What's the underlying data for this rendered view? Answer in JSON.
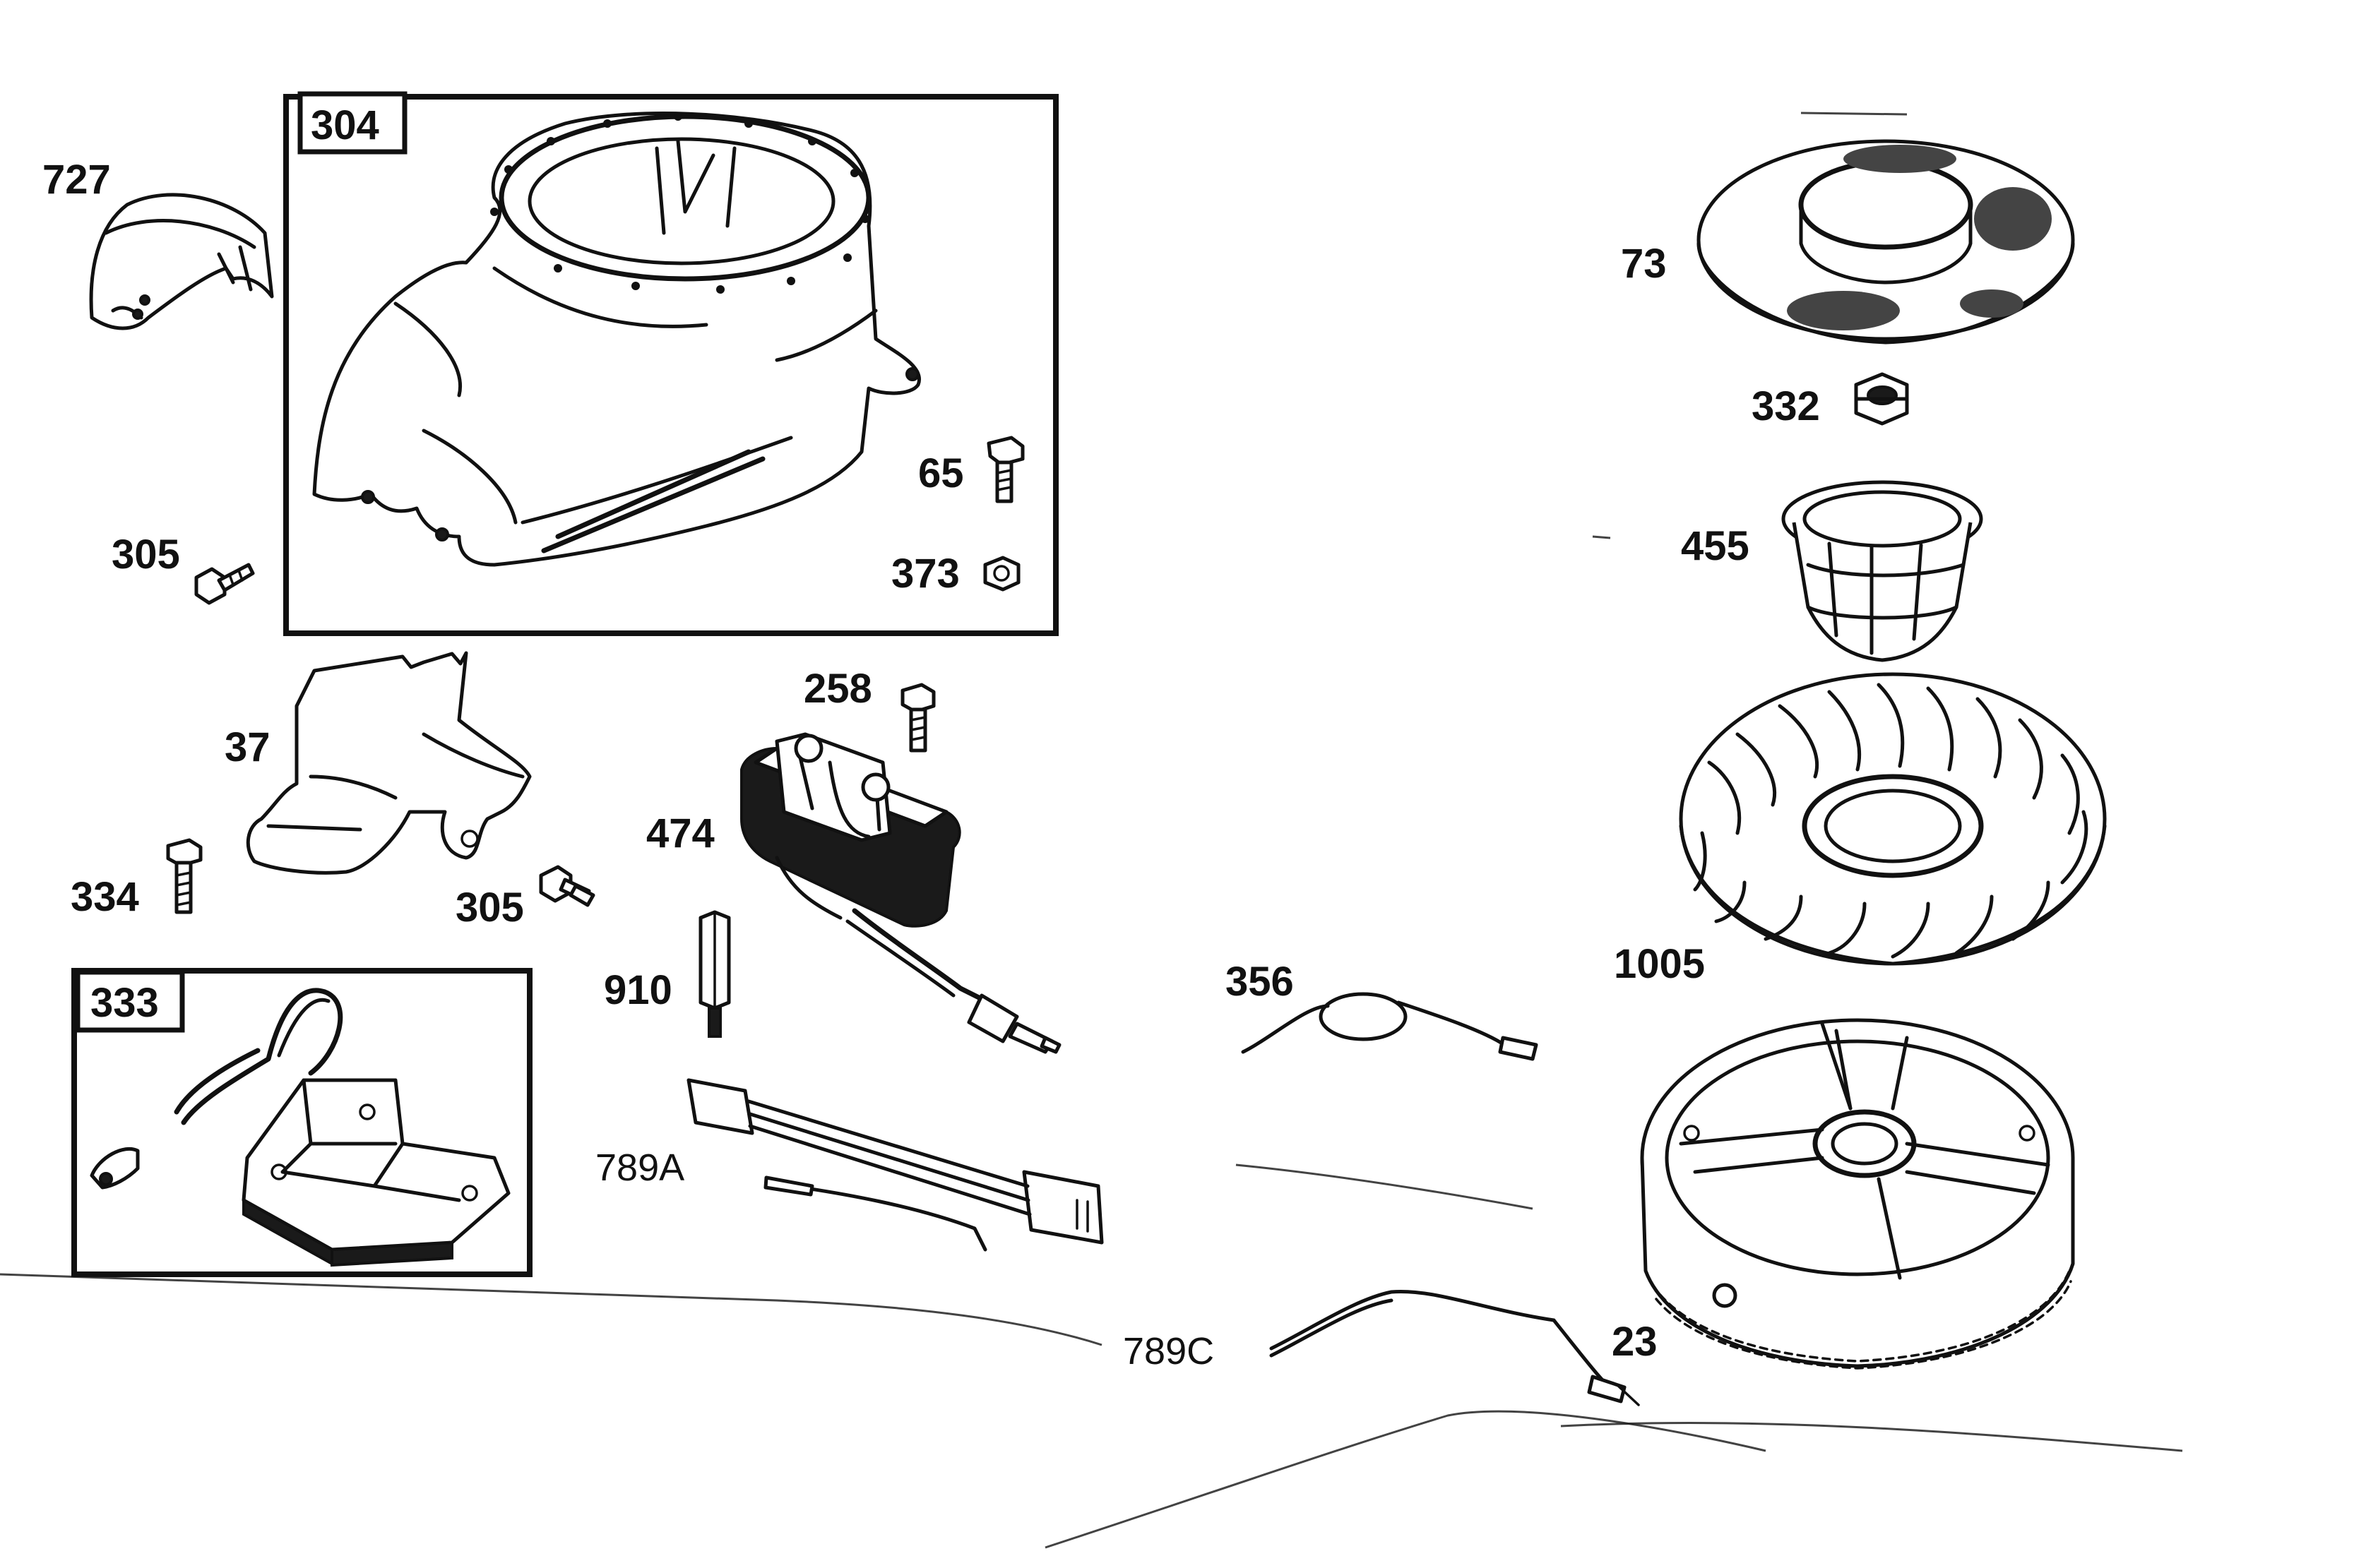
{
  "diagram": {
    "type": "exploded parts diagram",
    "callouts": {
      "p727": "727",
      "p304": "304",
      "p65": "65",
      "p373": "373",
      "p305a": "305",
      "p37": "37",
      "p334": "334",
      "p305b": "305",
      "p258": "258",
      "p474": "474",
      "p910": "910",
      "p789a": "789A",
      "p333": "333",
      "p356": "356",
      "p789c": "789C",
      "p73": "73",
      "p332": "332",
      "p455": "455",
      "p1005": "1005",
      "p23": "23"
    }
  }
}
